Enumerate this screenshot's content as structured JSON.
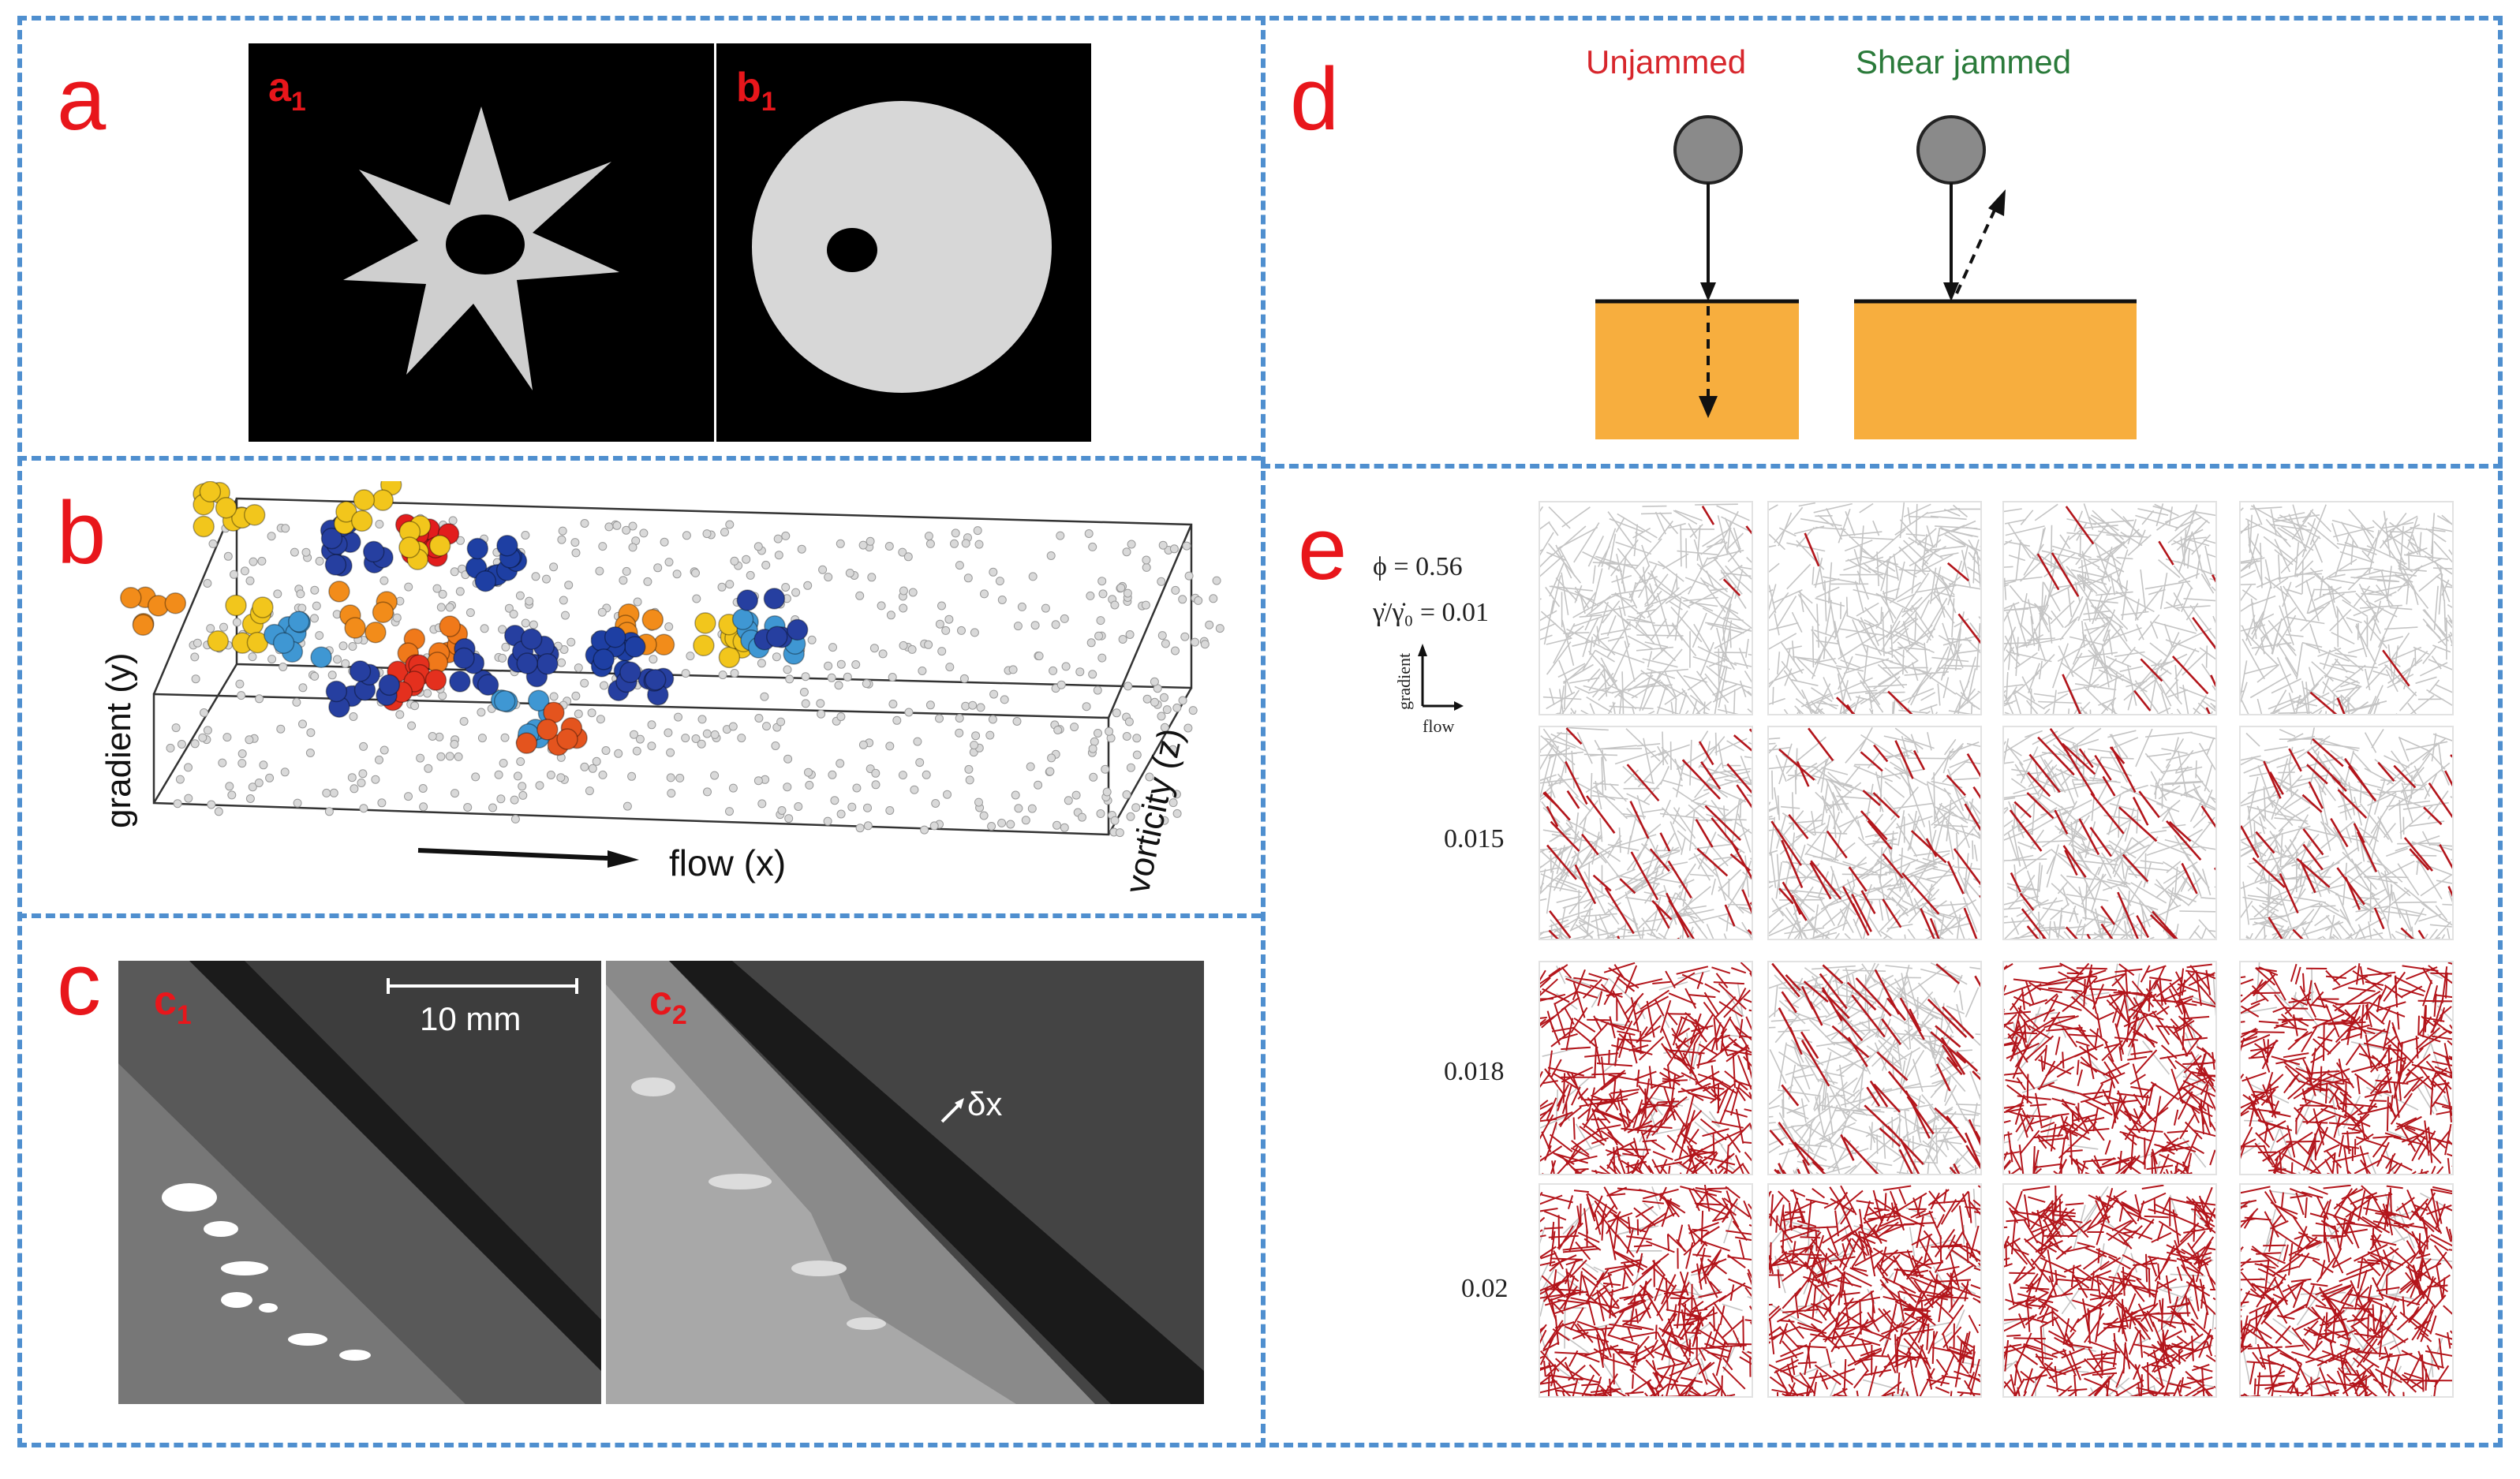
{
  "panels": {
    "a": {
      "letter": "a",
      "sub1": "a",
      "sub1_idx": "1",
      "sub2": "b",
      "sub2_idx": "1"
    },
    "b": {
      "letter": "b",
      "axis_y": "gradient (y)",
      "axis_x": "flow (x)",
      "axis_z": "vorticity (z)"
    },
    "c": {
      "letter": "c",
      "sub1": "c",
      "sub1_idx": "1",
      "sub2": "c",
      "sub2_idx": "2",
      "scale_bar": "10 mm",
      "delta": "δx"
    },
    "d": {
      "letter": "d",
      "label_left": "Unjammed",
      "label_right": "Shear jammed"
    },
    "e": {
      "letter": "e",
      "phi": "ϕ = 0.56",
      "rate_label": "γ̇/γ̇₀ = 0.01",
      "axis_gradient": "gradient",
      "axis_flow": "flow",
      "rows": [
        "0.015",
        "0.018",
        "0.02"
      ]
    }
  },
  "colors": {
    "panel_letter": "#e8161b",
    "border": "#4f8fcf",
    "unjammed": "#d7262c",
    "shear_jammed": "#2a7a3a",
    "substrate": "#f7ae3e",
    "network_gray": "#bdbdbd",
    "network_red": "#b3151b"
  }
}
